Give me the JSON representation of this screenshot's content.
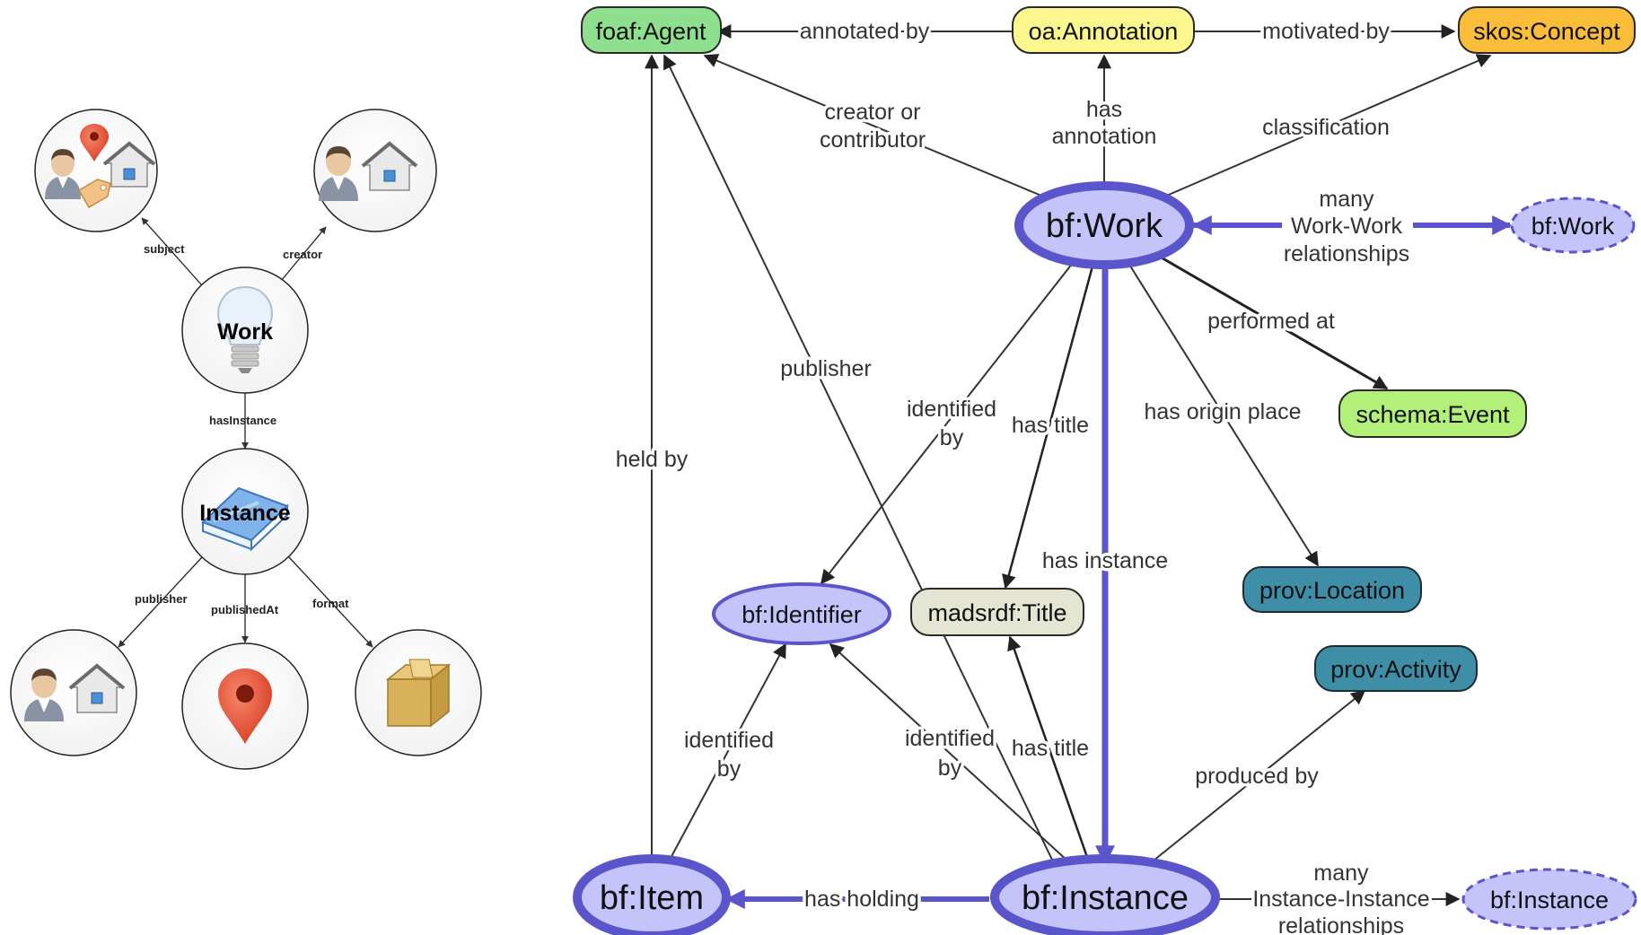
{
  "left_diagram": {
    "nodes": {
      "work": "Work",
      "instance": "Instance"
    },
    "edges": {
      "subject": "subject",
      "creator": "creator",
      "has_instance": "hasInstance",
      "publisher": "publisher",
      "published_at": "publishedAt",
      "format": "format"
    }
  },
  "right_diagram": {
    "nodes": {
      "foaf_agent": "foaf:Agent",
      "oa_annotation": "oa:Annotation",
      "skos_concept": "skos:Concept",
      "bf_work": "bf:Work",
      "bf_work_related": "bf:Work",
      "schema_event": "schema:Event",
      "prov_location": "prov:Location",
      "prov_activity": "prov:Activity",
      "bf_identifier": "bf:Identifier",
      "madsrdf_title": "madsrdf:Title",
      "bf_item": "bf:Item",
      "bf_instance": "bf:Instance",
      "bf_instance_related": "bf:Instance"
    },
    "edges": {
      "annotated_by": "annotated by",
      "motivated_by": "motivated by",
      "creator_or_contributor": [
        "creator or",
        "contributor"
      ],
      "has_annotation": [
        "has",
        "annotation"
      ],
      "classification": "classification",
      "many_work_work": [
        "many",
        "Work-Work",
        "relationships"
      ],
      "performed_at": "performed at",
      "publisher": "publisher",
      "identified_by_work": [
        "identified",
        "by"
      ],
      "has_title_work": "has title",
      "has_origin_place": "has origin place",
      "held_by": "held by",
      "has_instance": "has instance",
      "identified_by_item": [
        "identified",
        "by"
      ],
      "identified_by_instance": [
        "identified",
        "by"
      ],
      "has_title_instance": "has title",
      "produced_by": "produced by",
      "has_holding": "has holding",
      "many_instance_instance": [
        "many",
        "Instance-Instance",
        "relationships"
      ]
    }
  },
  "colors": {
    "agent_green": "#8ee08e",
    "annotation_yellow": "#fbf78e",
    "concept_orange": "#f9bd3a",
    "event_green": "#b2f07a",
    "location_teal": "#3f8ea8",
    "title_beige": "#e4e5d2",
    "bf_lavender": "#c5c4fa",
    "bf_stroke": "#5b55cc",
    "edge_gray": "#444444"
  }
}
